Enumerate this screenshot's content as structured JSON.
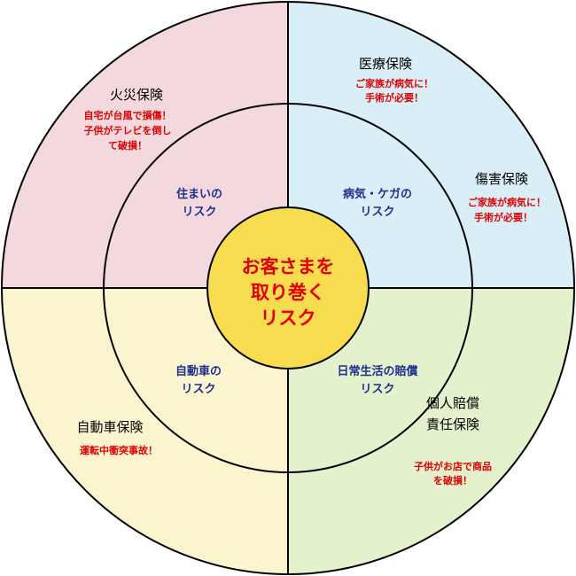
{
  "colors": {
    "fire": "#f3d9dd",
    "medical": "#d9eef7",
    "car": "#fbf5cf",
    "liability": "#e3f1cd",
    "center_fill": "#f6dc4e",
    "center_text": "#e00000",
    "risk_text": "#1f2f8f",
    "desc_text": "#e00000",
    "title_text": "#000000",
    "stroke": "#000000"
  },
  "center": {
    "lines": [
      "お客さまを",
      "取り巻く",
      "リスク"
    ]
  },
  "risks": {
    "home": [
      "住まいの",
      "リスク"
    ],
    "illness": [
      "病気・ケガの",
      "リスク"
    ],
    "car": [
      "自動車の",
      "リスク"
    ],
    "liability": [
      "日常生活の賠償",
      "リスク"
    ]
  },
  "insurances": {
    "fire": {
      "title": "火災保険",
      "desc": [
        "自宅が台風で損傷！",
        "子供がテレビを倒し",
        "て破損！"
      ]
    },
    "medical": {
      "title": "医療保険",
      "desc": [
        "ご家族が病気に！",
        "手術が必要！"
      ]
    },
    "injury": {
      "title": "傷害保険",
      "desc": [
        "ご家族が病気に！",
        "手術が必要！"
      ]
    },
    "car": {
      "title": "自動車保険",
      "desc": [
        "運転中衝突事故！"
      ]
    },
    "liability": {
      "title": [
        "個人賠償",
        "責任保険"
      ],
      "desc": [
        "子供がお店で商品",
        "を破損！"
      ]
    }
  }
}
